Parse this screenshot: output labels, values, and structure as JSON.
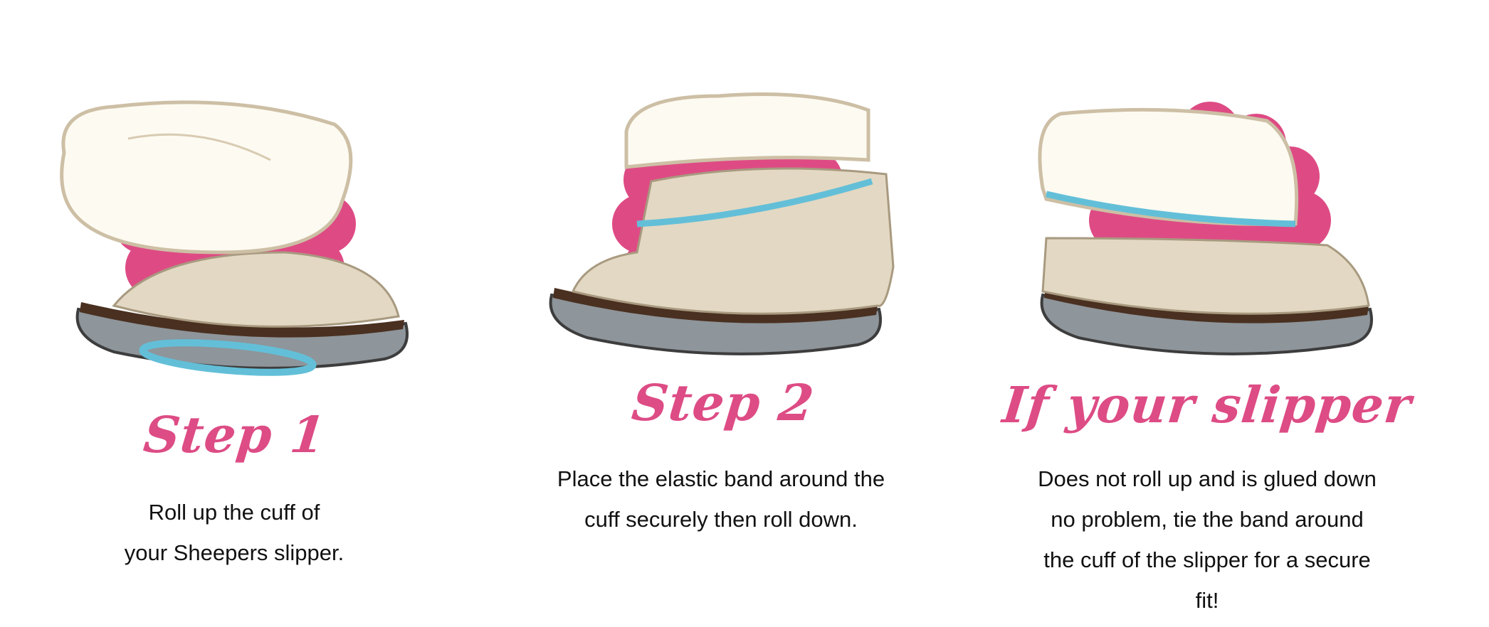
{
  "colors": {
    "accent": "#dd4c85",
    "band": "#63bfd8",
    "sole": "#8e959b",
    "text": "#111111"
  },
  "steps": [
    {
      "heading": "Step 1",
      "lines": [
        "Roll up the cuff of",
        "your Sheepers slipper."
      ],
      "image_icon": "slipper-cuff-rolled-up-with-band"
    },
    {
      "heading": "Step 2",
      "lines": [
        "Place the elastic band around the",
        "cuff securely then roll down."
      ],
      "image_icon": "slipper-band-around-cuff"
    },
    {
      "heading": "If your slipper",
      "lines": [
        "Does not roll up and is glued down",
        "no problem, tie the band around",
        "the cuff of the slipper for a secure",
        "fit!"
      ],
      "image_icon": "slipper-band-tied-on-cuff"
    }
  ]
}
